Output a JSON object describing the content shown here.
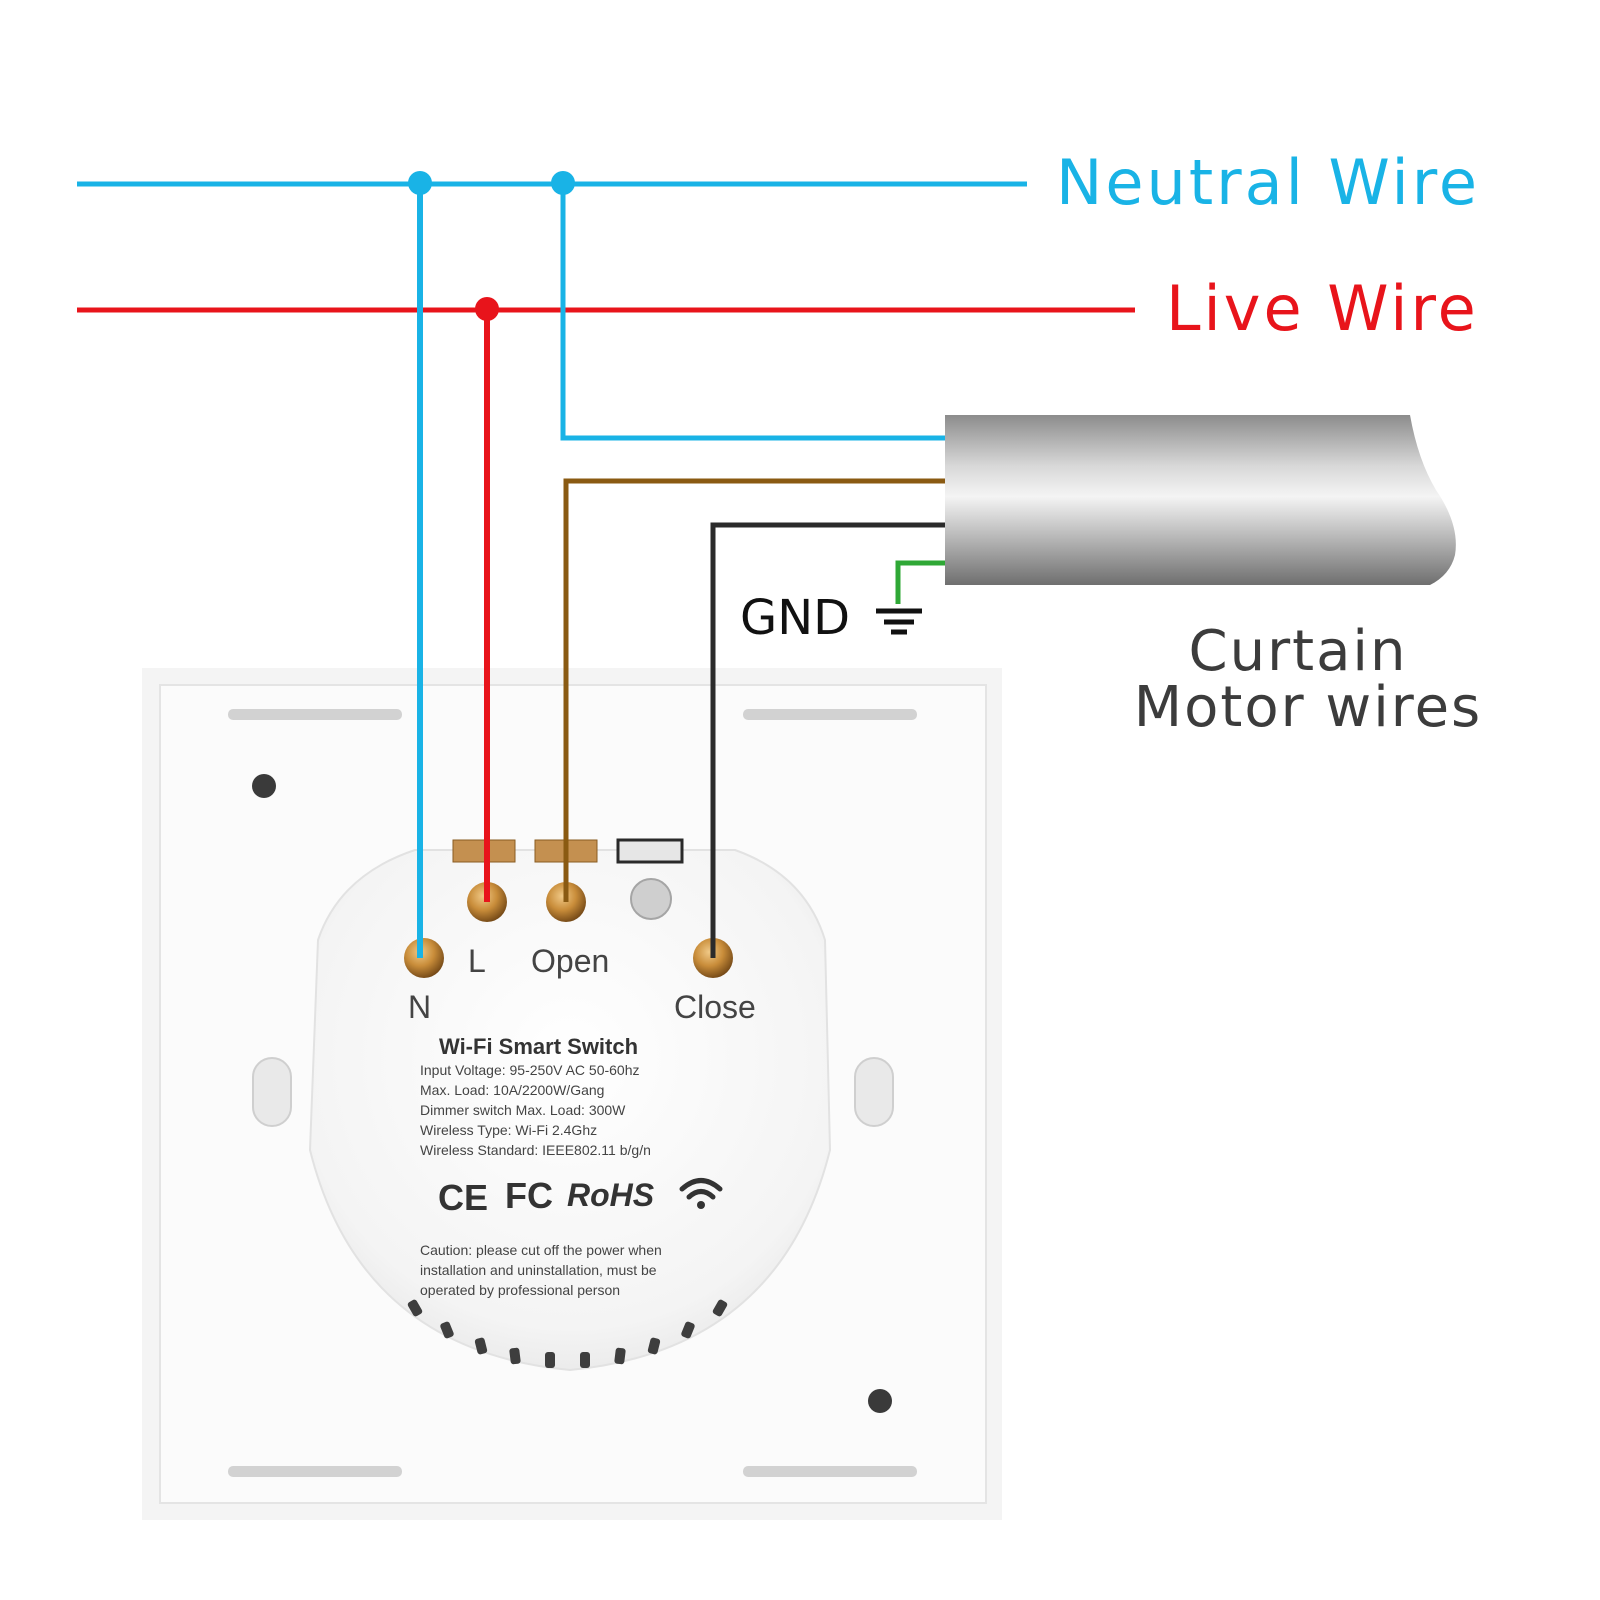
{
  "labels": {
    "neutral_wire": "Neutral Wire",
    "live_wire": "Live Wire",
    "gnd": "GND",
    "motor_line1": "Curtain",
    "motor_line2": "Motor wires"
  },
  "terminals": {
    "n": "N",
    "l": "L",
    "open": "Open",
    "close": "Close"
  },
  "device": {
    "title": "Wi-Fi Smart Switch",
    "specs": [
      "Input Voltage: 95-250V AC 50-60hz",
      "Max. Load: 10A/2200W/Gang",
      "Dimmer switch Max. Load: 300W",
      "Wireless Type: Wi-Fi 2.4Ghz",
      "Wireless Standard: IEEE802.11 b/g/n"
    ],
    "cert_ce": "CE",
    "cert_fc": "FC",
    "cert_rohs": "RoHS",
    "caution": [
      "Caution: please cut off the power when",
      "installation and uninstallation, must be",
      "operated by professional person"
    ]
  },
  "colors": {
    "neutral": "#19b3e6",
    "live": "#e8141b",
    "open_wire": "#8a5a12",
    "close_wire": "#2b2b2b",
    "ground": "#2fa836",
    "cable": "#9a9a9a"
  },
  "icons": [
    "ground-symbol-icon",
    "wifi-icon",
    "ce-mark-icon",
    "fcc-mark-icon"
  ]
}
